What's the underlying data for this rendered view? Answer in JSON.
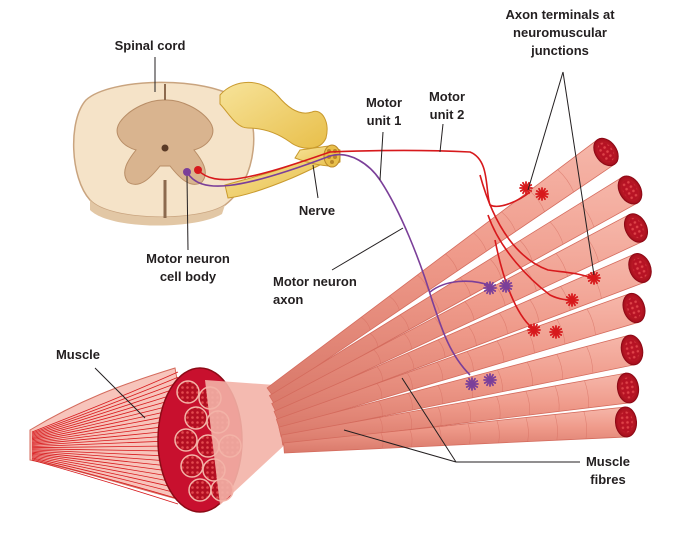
{
  "labels": {
    "spinal_cord": "Spinal cord",
    "axon_terminals": [
      "Axon terminals at",
      "neuromuscular",
      "junctions"
    ],
    "motor_unit_1": [
      "Motor",
      "unit 1"
    ],
    "motor_unit_2": [
      "Motor",
      "unit 2"
    ],
    "nerve": "Nerve",
    "cell_body": [
      "Motor neuron",
      "cell body"
    ],
    "axon": [
      "Motor neuron",
      "axon"
    ],
    "muscle": "Muscle",
    "fibres": [
      "Muscle",
      "fibres"
    ]
  },
  "colors": {
    "motor_unit_1": "#7b3f99",
    "motor_unit_2": "#d7191c",
    "fibre": "#ef9a8a",
    "fibre_dark": "#d46b5d",
    "fibre_end": "#c8102e",
    "nerve": "#f2d36b",
    "spinal_white": "#f5e3c8",
    "spinal_grey": "#d9b48f",
    "leader": "#231f20"
  }
}
